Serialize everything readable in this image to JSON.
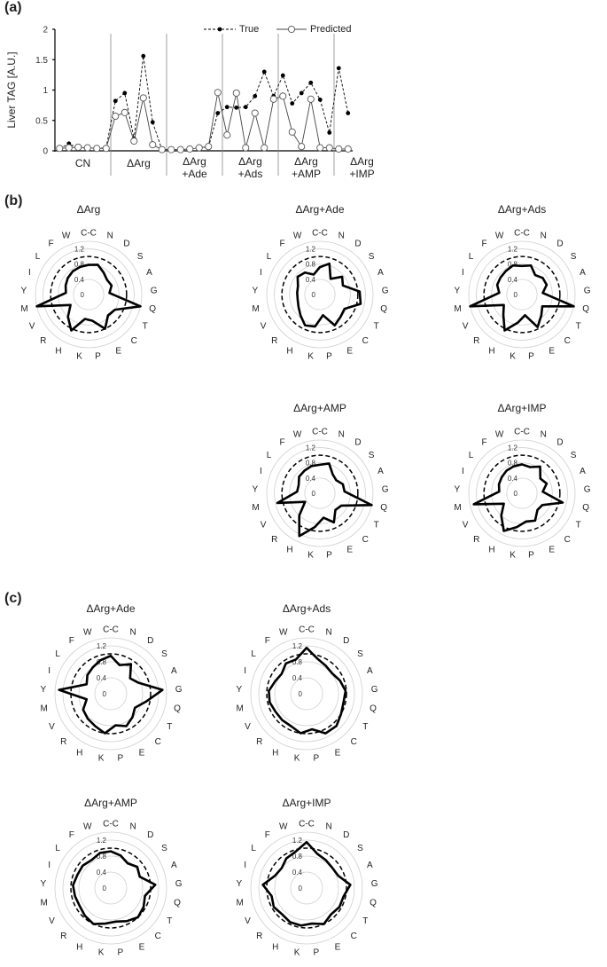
{
  "panels": {
    "a": "(a)",
    "b": "(b)",
    "c": "(c)"
  },
  "chart_data": [
    {
      "type": "line",
      "panel": "a",
      "ylabel": "Liver TAG [A.U.]",
      "ylim": [
        0,
        2
      ],
      "yticks": [
        "0",
        "0.5",
        "1",
        "1.5",
        "2"
      ],
      "groups": [
        "CN",
        "ΔArg",
        "ΔArg\n+Ade",
        "ΔArg\n+Ads",
        "ΔArg\n+AMP",
        "ΔArg\n+IMP"
      ],
      "group_sizes": [
        6,
        6,
        6,
        6,
        6,
        6
      ],
      "legend": [
        "True",
        "Predicted"
      ],
      "series": [
        {
          "name": "True",
          "style": "dashed-filled",
          "values": [
            0.03,
            0.12,
            0.04,
            0.05,
            0.04,
            0.05,
            0.82,
            0.95,
            0.2,
            1.56,
            0.47,
            0.02,
            0.02,
            0.02,
            0.03,
            0.05,
            0.06,
            0.62,
            0.72,
            0.71,
            0.72,
            0.9,
            1.3,
            0.9,
            1.24,
            0.78,
            0.95,
            1.12,
            0.84,
            0.3,
            1.36,
            0.62
          ]
        },
        {
          "name": "Predicted",
          "style": "solid-open",
          "values": [
            0.04,
            0.05,
            0.06,
            0.05,
            0.04,
            0.04,
            0.57,
            0.63,
            0.16,
            0.87,
            0.1,
            0.02,
            0.02,
            0.02,
            0.03,
            0.05,
            0.07,
            0.96,
            0.26,
            0.95,
            0.05,
            0.62,
            0.05,
            0.85,
            0.9,
            0.31,
            0.07,
            0.85,
            0.05,
            0.05,
            0.03,
            0.03
          ]
        }
      ]
    },
    {
      "type": "radar",
      "panel": "b",
      "title": "ΔArg",
      "axes": [
        "C-C",
        "N",
        "D",
        "S",
        "A",
        "G",
        "Q",
        "T",
        "C",
        "E",
        "P",
        "K",
        "H",
        "R",
        "V",
        "M",
        "Y",
        "I",
        "L",
        "F",
        "W"
      ],
      "rticks": [
        "0",
        "0.4",
        "0.8",
        "1.2"
      ],
      "rmax": 1.4,
      "reference": 1.0,
      "values": [
        0.78,
        0.82,
        0.7,
        0.62,
        0.65,
        0.55,
        1.4,
        0.8,
        0.75,
        1.0,
        0.7,
        0.65,
        1.05,
        0.8,
        0.55,
        1.4,
        0.6,
        0.65,
        0.7,
        0.74,
        0.76
      ]
    },
    {
      "type": "radar",
      "panel": "b",
      "title": "ΔArg+Ade",
      "axes": [
        "C-C",
        "N",
        "D",
        "S",
        "A",
        "G",
        "Q",
        "T",
        "C",
        "E",
        "P",
        "K",
        "H",
        "R",
        "V",
        "M",
        "Y",
        "I",
        "L",
        "F",
        "W"
      ],
      "rticks": [
        "0",
        "0.4",
        "0.8",
        "1.2"
      ],
      "rmax": 1.4,
      "reference": 1.0,
      "values": [
        0.72,
        0.85,
        0.5,
        0.75,
        0.65,
        1.05,
        1.1,
        0.75,
        0.8,
        0.9,
        0.55,
        0.85,
        0.9,
        0.75,
        0.65,
        0.6,
        0.6,
        0.62,
        0.75,
        0.7,
        0.55
      ]
    },
    {
      "type": "radar",
      "panel": "b",
      "title": "ΔArg+Ads",
      "axes": [
        "C-C",
        "N",
        "D",
        "S",
        "A",
        "G",
        "Q",
        "T",
        "C",
        "E",
        "P",
        "K",
        "H",
        "R",
        "V",
        "M",
        "Y",
        "I",
        "L",
        "F",
        "W"
      ],
      "rticks": [
        "0",
        "0.4",
        "0.8",
        "1.2"
      ],
      "rmax": 1.4,
      "reference": 1.0,
      "values": [
        0.75,
        0.8,
        0.62,
        0.7,
        0.7,
        0.55,
        1.4,
        0.62,
        0.75,
        0.95,
        0.55,
        0.75,
        1.05,
        0.72,
        0.55,
        1.4,
        0.6,
        0.7,
        0.72,
        0.75,
        0.8
      ]
    },
    {
      "type": "radar",
      "panel": "b",
      "title": "ΔArg+AMP",
      "axes": [
        "C-C",
        "N",
        "D",
        "S",
        "A",
        "G",
        "Q",
        "T",
        "C",
        "E",
        "P",
        "K",
        "H",
        "R",
        "V",
        "M",
        "Y",
        "I",
        "L",
        "F",
        "W"
      ],
      "rticks": [
        "0",
        "0.4",
        "0.8",
        "1.2"
      ],
      "rmax": 1.4,
      "reference": 1.0,
      "values": [
        0.75,
        0.82,
        0.6,
        0.55,
        0.65,
        0.65,
        1.4,
        0.65,
        0.6,
        0.85,
        0.65,
        0.9,
        1.25,
        0.8,
        0.45,
        1.15,
        0.6,
        0.6,
        0.7,
        0.72,
        0.75
      ]
    },
    {
      "type": "radar",
      "panel": "b",
      "title": "ΔArg+IMP",
      "axes": [
        "C-C",
        "N",
        "D",
        "S",
        "A",
        "G",
        "Q",
        "T",
        "C",
        "E",
        "P",
        "K",
        "H",
        "R",
        "V",
        "M",
        "Y",
        "I",
        "L",
        "F",
        "W"
      ],
      "rticks": [
        "0",
        "0.4",
        "0.8",
        "1.2"
      ],
      "rmax": 1.4,
      "reference": 1.0,
      "values": [
        0.76,
        0.72,
        0.85,
        0.62,
        0.7,
        0.55,
        1.1,
        0.62,
        0.6,
        0.8,
        0.75,
        0.9,
        1.1,
        0.8,
        0.55,
        1.3,
        0.6,
        0.65,
        0.68,
        0.72,
        0.74
      ]
    },
    {
      "type": "radar",
      "panel": "c",
      "title": "ΔArg+Ade",
      "axes": [
        "C-C",
        "N",
        "D",
        "S",
        "A",
        "G",
        "Q",
        "T",
        "C",
        "E",
        "P",
        "K",
        "H",
        "R",
        "V",
        "M",
        "Y",
        "I",
        "L",
        "F",
        "W"
      ],
      "rticks": [
        "0",
        "0.4",
        "0.8",
        "1.2"
      ],
      "rmax": 1.4,
      "reference": 1.0,
      "values": [
        0.95,
        0.75,
        0.9,
        0.62,
        0.75,
        1.3,
        0.9,
        0.7,
        0.8,
        0.9,
        0.8,
        1.0,
        0.9,
        0.85,
        0.8,
        0.62,
        1.3,
        0.65,
        0.75,
        0.8,
        0.88
      ]
    },
    {
      "type": "radar",
      "panel": "c",
      "title": "ΔArg+Ads",
      "axes": [
        "C-C",
        "N",
        "D",
        "S",
        "A",
        "G",
        "Q",
        "T",
        "C",
        "E",
        "P",
        "K",
        "H",
        "R",
        "V",
        "M",
        "Y",
        "I",
        "L",
        "F",
        "W"
      ],
      "rticks": [
        "0",
        "0.4",
        "0.8",
        "1.2"
      ],
      "rmax": 1.4,
      "reference": 1.0,
      "values": [
        1.15,
        0.92,
        0.85,
        0.82,
        0.9,
        0.98,
        0.95,
        1.0,
        1.1,
        1.1,
        0.9,
        1.0,
        0.9,
        0.9,
        0.9,
        0.95,
        0.95,
        0.85,
        0.8,
        0.92,
        0.9
      ]
    },
    {
      "type": "radar",
      "panel": "c",
      "title": "ΔArg+AMP",
      "axes": [
        "C-C",
        "N",
        "D",
        "S",
        "A",
        "G",
        "Q",
        "T",
        "C",
        "E",
        "P",
        "K",
        "H",
        "R",
        "V",
        "M",
        "Y",
        "I",
        "L",
        "F",
        "W"
      ],
      "rticks": [
        "0",
        "0.4",
        "0.8",
        "1.2"
      ],
      "rmax": 1.4,
      "reference": 1.0,
      "values": [
        0.92,
        0.85,
        0.75,
        0.85,
        0.78,
        1.12,
        0.88,
        0.95,
        1.0,
        0.92,
        0.85,
        0.9,
        1.0,
        0.95,
        0.9,
        0.92,
        0.95,
        0.9,
        0.9,
        0.85,
        0.92
      ]
    },
    {
      "type": "radar",
      "panel": "c",
      "title": "ΔArg+IMP",
      "axes": [
        "C-C",
        "N",
        "D",
        "S",
        "A",
        "G",
        "Q",
        "T",
        "C",
        "E",
        "P",
        "K",
        "H",
        "R",
        "V",
        "M",
        "Y",
        "I",
        "L",
        "F",
        "W"
      ],
      "rticks": [
        "0",
        "0.4",
        "0.8",
        "1.2"
      ],
      "rmax": 1.4,
      "reference": 1.0,
      "values": [
        1.15,
        0.9,
        0.85,
        0.82,
        0.85,
        1.1,
        0.95,
        0.95,
        0.9,
        1.0,
        0.9,
        0.95,
        0.95,
        0.9,
        0.95,
        0.9,
        1.1,
        0.85,
        0.8,
        0.9,
        0.95
      ]
    }
  ]
}
